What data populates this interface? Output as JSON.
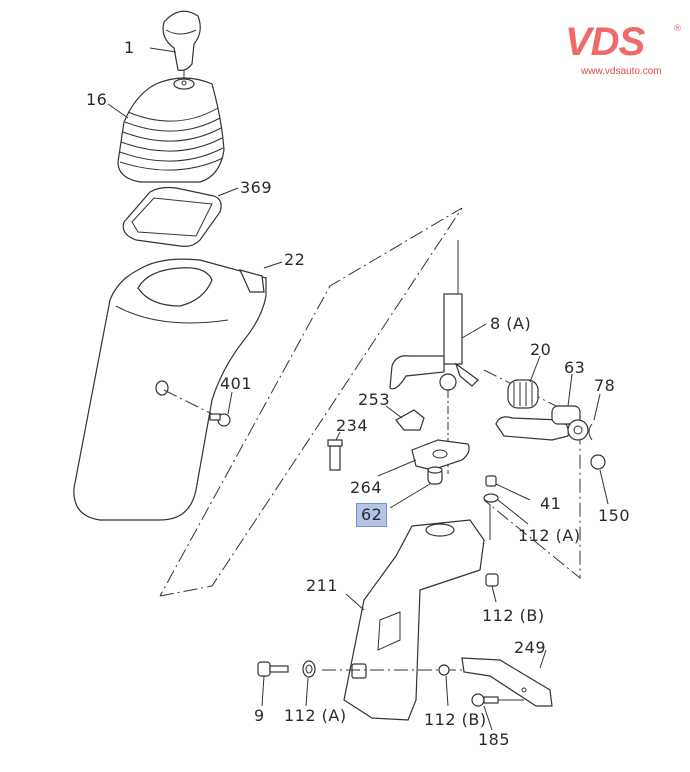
{
  "logo": {
    "brand": "VDS",
    "registered_mark": "®",
    "url": "www.vdsauto.com",
    "color": "#f06a6a"
  },
  "diagram": {
    "title": "Shift lever / console parts diagram",
    "highlight_color": "#b5c4e6",
    "callouts": [
      {
        "id": "1",
        "label": "1",
        "part": "shift-knob"
      },
      {
        "id": "16",
        "label": "16",
        "part": "shift-boot"
      },
      {
        "id": "369",
        "label": "369",
        "part": "boot-retainer-frame"
      },
      {
        "id": "22",
        "label": "22",
        "part": "console-cover"
      },
      {
        "id": "401",
        "label": "401",
        "part": "screw"
      },
      {
        "id": "8A",
        "label": "8 (A)",
        "part": "shift-lever"
      },
      {
        "id": "20",
        "label": "20",
        "part": "spring"
      },
      {
        "id": "63",
        "label": "63",
        "part": "pin"
      },
      {
        "id": "78",
        "label": "78",
        "part": "clip"
      },
      {
        "id": "253",
        "label": "253",
        "part": "clip-bracket"
      },
      {
        "id": "234",
        "label": "234",
        "part": "bolt"
      },
      {
        "id": "264",
        "label": "264",
        "part": "plate"
      },
      {
        "id": "62",
        "label": "62",
        "part": "bushing",
        "highlighted": true
      },
      {
        "id": "41",
        "label": "41",
        "part": "nut"
      },
      {
        "id": "112A_top",
        "label": "112 (A)",
        "part": "washer"
      },
      {
        "id": "150",
        "label": "150",
        "part": "cap"
      },
      {
        "id": "211",
        "label": "211",
        "part": "bracket"
      },
      {
        "id": "112B_right",
        "label": "112 (B)",
        "part": "nut"
      },
      {
        "id": "249",
        "label": "249",
        "part": "bracket"
      },
      {
        "id": "9",
        "label": "9",
        "part": "bolt"
      },
      {
        "id": "112A_bottom",
        "label": "112 (A)",
        "part": "washer"
      },
      {
        "id": "112B_bottom",
        "label": "112 (B)",
        "part": "nut"
      },
      {
        "id": "185",
        "label": "185",
        "part": "bolt"
      }
    ]
  }
}
